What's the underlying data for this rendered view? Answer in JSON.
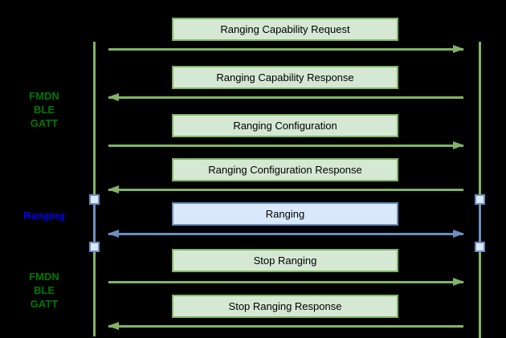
{
  "diagram": {
    "type": "sequence-diagram",
    "background": "#000000",
    "colors": {
      "green_stroke": "#82b366",
      "green_fill": "#d5e8d4",
      "green_label_text": "#007700",
      "blue_stroke": "#6c8ebf",
      "blue_fill": "#dae8fc",
      "blue_label_text": "#0000ee",
      "box_text": "#000000"
    },
    "phase_labels": [
      {
        "text": "FMDN\nBLE\nGATT",
        "style": "green"
      },
      {
        "text": "Ranging",
        "style": "blue"
      },
      {
        "text": "FMDN\nBLE\nGATT",
        "style": "green"
      }
    ],
    "messages": [
      {
        "label": "Ranging Capability Request",
        "direction": "left-to-right",
        "style": "green"
      },
      {
        "label": "Ranging Capability Response",
        "direction": "right-to-left",
        "style": "green"
      },
      {
        "label": "Ranging Configuration",
        "direction": "left-to-right",
        "style": "green"
      },
      {
        "label": "Ranging Configuration Response",
        "direction": "right-to-left",
        "style": "green"
      },
      {
        "label": "Ranging",
        "direction": "bidirectional",
        "style": "blue"
      },
      {
        "label": "Stop Ranging",
        "direction": "left-to-right",
        "style": "green"
      },
      {
        "label": "Stop Ranging Response",
        "direction": "right-to-left",
        "style": "green"
      }
    ],
    "lifelines": [
      {
        "side": "left",
        "color": "green",
        "activation_style": "blue"
      },
      {
        "side": "right",
        "color": "green",
        "activation_style": "blue"
      }
    ]
  }
}
